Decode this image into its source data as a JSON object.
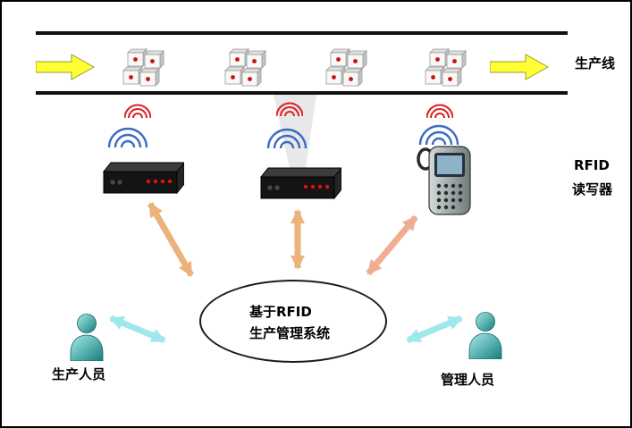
{
  "labels": {
    "production_line": "生产线",
    "rfid_reader_line1": "RFID",
    "rfid_reader_line2": "读写器",
    "system_line1": "基于RFID",
    "system_line2": "生产管理系统",
    "production_staff": "生产人员",
    "management_staff": "管理人员"
  },
  "icons": {
    "flow-arrow": "thick yellow right-pointing arrow",
    "tagged-package": "cluster of white cartons each with red RFID tag dot",
    "rf-signal-red": "three nested red signal arcs",
    "rf-signal-blue": "three nested blue signal arcs",
    "fixed-rfid-reader": "black box reader with red LEDs",
    "handheld-rfid-reader": "gray handheld terminal with screen, keypad and strap",
    "bidirectional-arrow": "double-headed link arrow",
    "person": "teal human figure"
  },
  "colors": {
    "conveyor_line": "#111111",
    "flow_arrow": "#ffff33",
    "tag_dot": "#cc1111",
    "signal_red": "#dd2020",
    "signal_blue": "#3a6bc4",
    "reader_body": "#141414",
    "link_arrow_tan": "#ecb27c",
    "link_arrow_pink": "#f0ad92",
    "link_arrow_cyan": "#9fe8ee",
    "person_teal": "#1e8f8f"
  }
}
